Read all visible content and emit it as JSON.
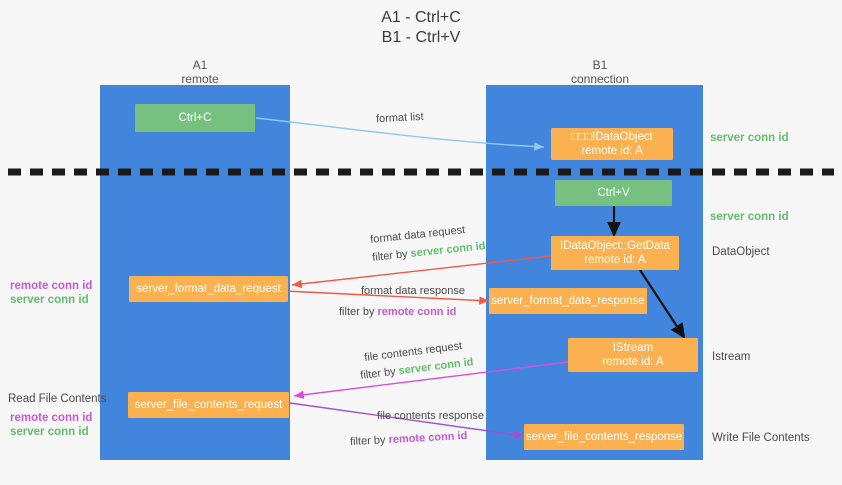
{
  "title": {
    "line1": "A1 - Ctrl+C",
    "line2": "B1 - Ctrl+V"
  },
  "columns": [
    {
      "name": "A1",
      "sub": "remote"
    },
    {
      "name": "B1",
      "sub": "connection"
    }
  ],
  "boxes": {
    "ctrl_c": "Ctrl+C",
    "ctrl_v": "Ctrl+V",
    "idataobject_l1": "□□□IDataObject",
    "idataobject_l2": "remote id: A",
    "getdata_l1": "IDataObject::GetData",
    "getdata_l2": "remote id: A",
    "istream_l1": "IStream",
    "istream_l2": "remote id: A",
    "server_format_data_request": "server_format_data_request",
    "server_format_data_response": "server_format_data_response",
    "server_file_contents_request": "server_file_contents_request",
    "server_file_contents_response": "server_file_contents_response"
  },
  "edge_labels": {
    "format_list": "format list",
    "format_data_request": "format data request",
    "format_data_request_filter_prefix": "filter by ",
    "format_data_request_filter_key": "server conn id",
    "format_data_response": "format data response",
    "format_data_response_filter_prefix": "filter by ",
    "format_data_response_filter_key": "remote conn id",
    "file_contents_request": "file contents request",
    "file_contents_request_filter_prefix": "filter by ",
    "file_contents_request_filter_key": "server conn id",
    "file_contents_response": "file contents response",
    "file_contents_response_filter_prefix": "filter by ",
    "file_contents_response_filter_key": "remote conn id"
  },
  "right_labels": {
    "server_conn_id_top": "server conn id",
    "server_conn_id_mid": "server conn id",
    "dataobject": "DataObject",
    "istream": "Istream",
    "write_file_contents": "Write File Contents"
  },
  "left_labels": {
    "remote_conn_id_1": "remote conn id",
    "server_conn_id_1": "server conn id",
    "read_file_contents": "Read File Contents",
    "remote_conn_id_2": "remote conn id",
    "server_conn_id_2": "server conn id"
  },
  "colors": {
    "lane": "#4285dd",
    "green_box": "#77c180",
    "orange_box": "#fcb150",
    "green_text": "#62bd6d",
    "purple_text": "#c65ad0",
    "background": "#f7f7f7",
    "divider": "#1a1a1a",
    "arrow_blue": "#8fc7f0",
    "arrow_red": "#ef5a47",
    "arrow_magenta": "#d94fd9",
    "arrow_purple": "#a34fd0",
    "arrow_black": "#111111"
  }
}
